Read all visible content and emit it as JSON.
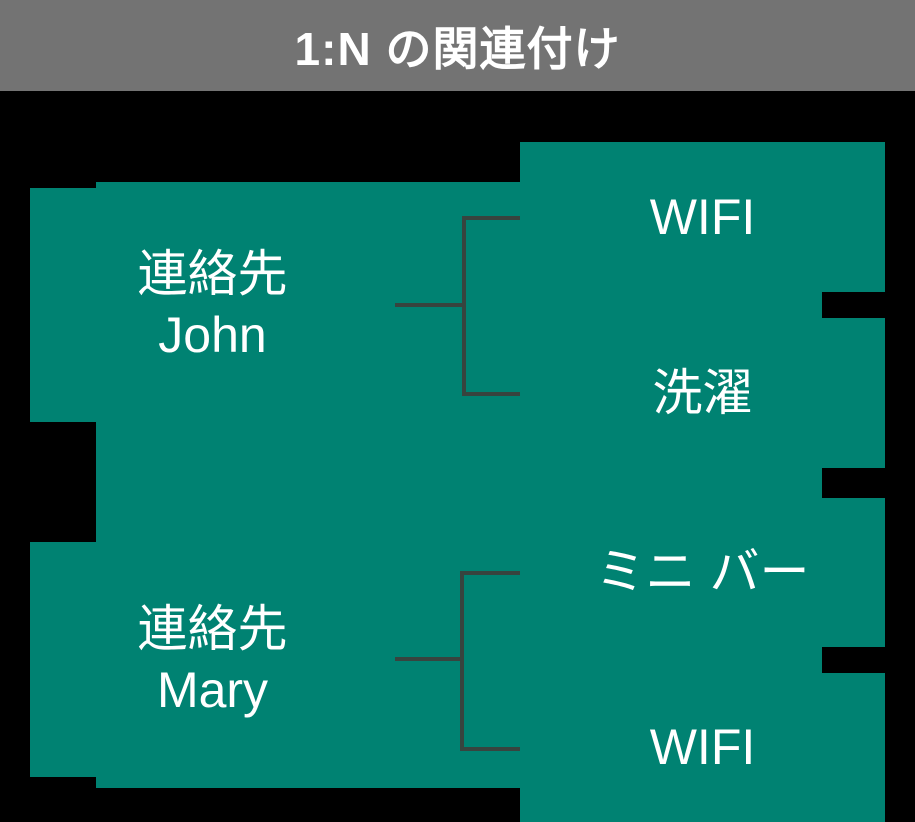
{
  "title": "1:N の関連付け",
  "colors": {
    "background": "#000000",
    "titlebar_gray": "#737373",
    "node_teal": "#008272",
    "connector_dark": "#37443F",
    "text_white": "#FFFFFF"
  },
  "left_nodes": [
    {
      "label_line1": "連絡先",
      "label_line2": "John"
    },
    {
      "label_line1": "連絡先",
      "label_line2": "Mary"
    }
  ],
  "right_nodes": [
    {
      "label": "WIFI"
    },
    {
      "label": "洗濯"
    },
    {
      "label": "ミニ バー"
    },
    {
      "label": "WIFI"
    }
  ],
  "relationships": [
    {
      "from": "連絡先 John",
      "to": [
        "WIFI",
        "洗濯"
      ]
    },
    {
      "from": "連絡先 Mary",
      "to": [
        "ミニ バー",
        "WIFI"
      ]
    }
  ]
}
